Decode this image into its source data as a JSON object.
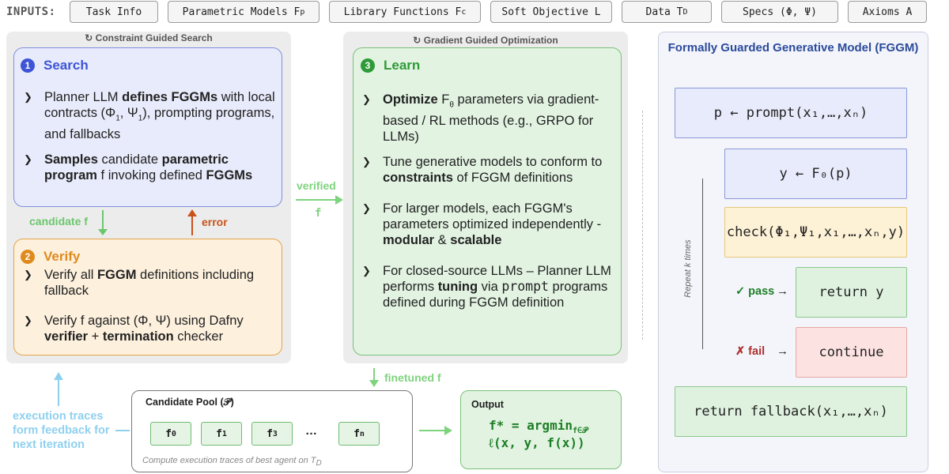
{
  "inputs": {
    "label": "INPUTS:",
    "chips": [
      "Task Info",
      "Parametric Models F",
      "Library Functions F",
      "Soft Objective L",
      "Data T",
      "Specs  (Φ, Ψ)",
      "Axioms A"
    ],
    "chip_subs": [
      "",
      "p",
      "c",
      "",
      "D",
      "",
      ""
    ]
  },
  "search_panel": {
    "caption": "Constraint Guided Search",
    "search": {
      "num": "1",
      "title": "Search",
      "b1": [
        "Planner LLM ",
        "defines FGGMs",
        " with local contracts (Φ",
        "1",
        ",  Ψ",
        "1",
        "), prompting programs, and fallbacks"
      ],
      "b2": [
        "Samples",
        " candidate ",
        "parametric program",
        " f invoking defined ",
        "FGGMs"
      ]
    },
    "verify": {
      "num": "2",
      "title": "Verify",
      "b1": [
        "Verify all ",
        "FGGM",
        " definitions including fallback"
      ],
      "b2": [
        "Verify f  against (Φ,  Ψ) using Dafny ",
        "verifier",
        " + ",
        "termination",
        " checker"
      ]
    },
    "candidate_label": "candidate f",
    "error_label": "error"
  },
  "learn_panel": {
    "caption": "Gradient Guided Optimization",
    "num": "3",
    "title": "Learn",
    "b1": [
      "Optimize",
      " F",
      "θ",
      " parameters via gradient-based / RL methods (e.g., GRPO for LLMs)"
    ],
    "b2": [
      "Tune generative models to conform to ",
      "constraints",
      " of FGGM definitions"
    ],
    "b3": [
      "For larger models, each FGGM's parameters optimized independently - ",
      "modular",
      " & ",
      "scalable"
    ],
    "b4": [
      "For closed-source LLMs – Planner LLM performs ",
      "tuning",
      " via ",
      "prompt",
      " programs defined during FGGM definition"
    ]
  },
  "verified_label": "verified",
  "verified_sym": "f",
  "finetuned_label": "finetuned f",
  "feedback_label": [
    "execution traces",
    "form feedback for",
    "next iteration"
  ],
  "pool": {
    "title": "Candidate Pool (𝒫)",
    "items": [
      "f",
      "f",
      "f",
      "…",
      "f"
    ],
    "item_subs": [
      "0",
      "1",
      "3",
      "",
      "n"
    ],
    "caption": "Compute execution traces of best agent on T",
    "caption_sub": "D"
  },
  "output": {
    "title": "Output",
    "line1": "f* = argmin",
    "line1_sub": "f∈𝒫",
    "line2": "ℓ(x, y, f(x))"
  },
  "fggm": {
    "title": "Formally Guarded Generative Model (FGGM)",
    "prompt_box": "p ← prompt(x₁,…,xₙ)",
    "sample_box": "y ← F₀(p)",
    "check_box": "check(Φ₁,Ψ₁,x₁,…,xₙ,y)",
    "return_box": "return y",
    "continue_box": "continue",
    "fallback_box": "return fallback(x₁,…,xₙ)",
    "repeat_label": "Repeat k times",
    "pass_label": "✓ pass",
    "fail_label": "✗ fail",
    "arrow": "→"
  },
  "colors": {
    "blue_accent": "#3e55d6",
    "orange_accent": "#e08a1e",
    "green_accent": "#2f9a38",
    "light_green": "#7ed37e",
    "light_blue": "#8fd0ef",
    "error_red": "#c9521a"
  }
}
